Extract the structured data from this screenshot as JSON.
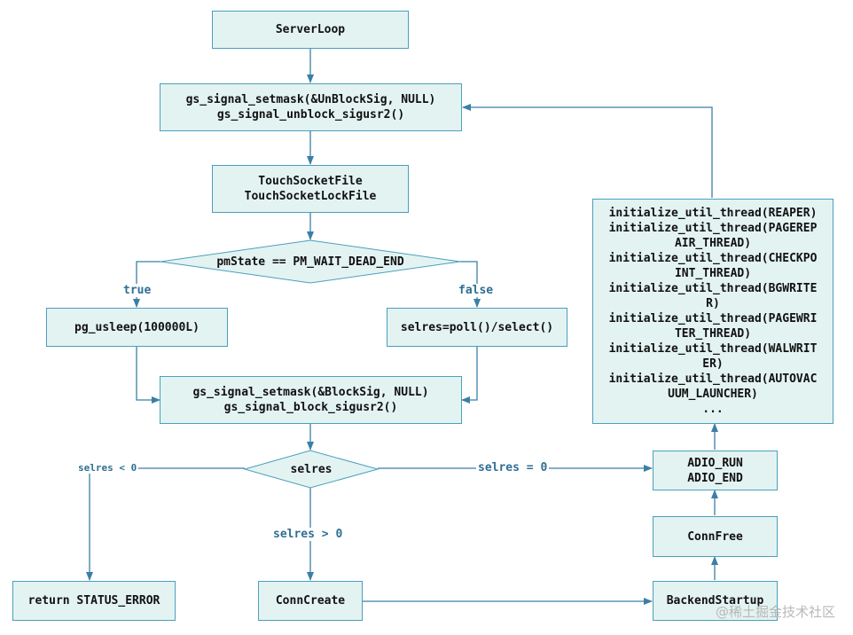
{
  "nodes": {
    "server_loop": [
      "ServerLoop"
    ],
    "unblock_sig": [
      "gs_signal_setmask(&UnBlockSig, NULL)",
      "gs_signal_unblock_sigusr2()"
    ],
    "touch_socket": [
      "TouchSocketFile",
      "TouchSocketLockFile"
    ],
    "pm_state": "pmState == PM_WAIT_DEAD_END",
    "pg_usleep": [
      "pg_usleep(100000L)"
    ],
    "selres_poll": [
      "selres=poll()/select()"
    ],
    "block_sig": [
      "gs_signal_setmask(&BlockSig, NULL)",
      "gs_signal_block_sigusr2()"
    ],
    "selres": "selres",
    "return_error": [
      "return STATUS_ERROR"
    ],
    "conn_create": [
      "ConnCreate"
    ],
    "backend_startup": [
      "BackendStartup"
    ],
    "conn_free": [
      "ConnFree"
    ],
    "adio": [
      "ADIO_RUN",
      "ADIO_END"
    ],
    "init_threads": [
      "initialize_util_thread(REAPER)",
      "initialize_util_thread(PAGEREP",
      "AIR_THREAD)",
      "initialize_util_thread(CHECKPO",
      "INT_THREAD)",
      "initialize_util_thread(BGWRITE",
      "R)",
      "initialize_util_thread(PAGEWRI",
      "TER_THREAD)",
      "initialize_util_thread(WALWRIT",
      "ER)",
      "initialize_util_thread(AUTOVAC",
      "UUM_LAUNCHER)",
      "..."
    ]
  },
  "edge_labels": {
    "true": "true",
    "false": "false",
    "lt_zero": "selres < 0",
    "eq_zero": "selres = 0",
    "gt_zero": "selres > 0"
  },
  "watermark": "@稀土掘金技术社区",
  "colors": {
    "box_fill": "#e3f3f1",
    "box_border": "#4a9fc0",
    "line": "#3b7fa6",
    "label": "#2f6f93"
  }
}
